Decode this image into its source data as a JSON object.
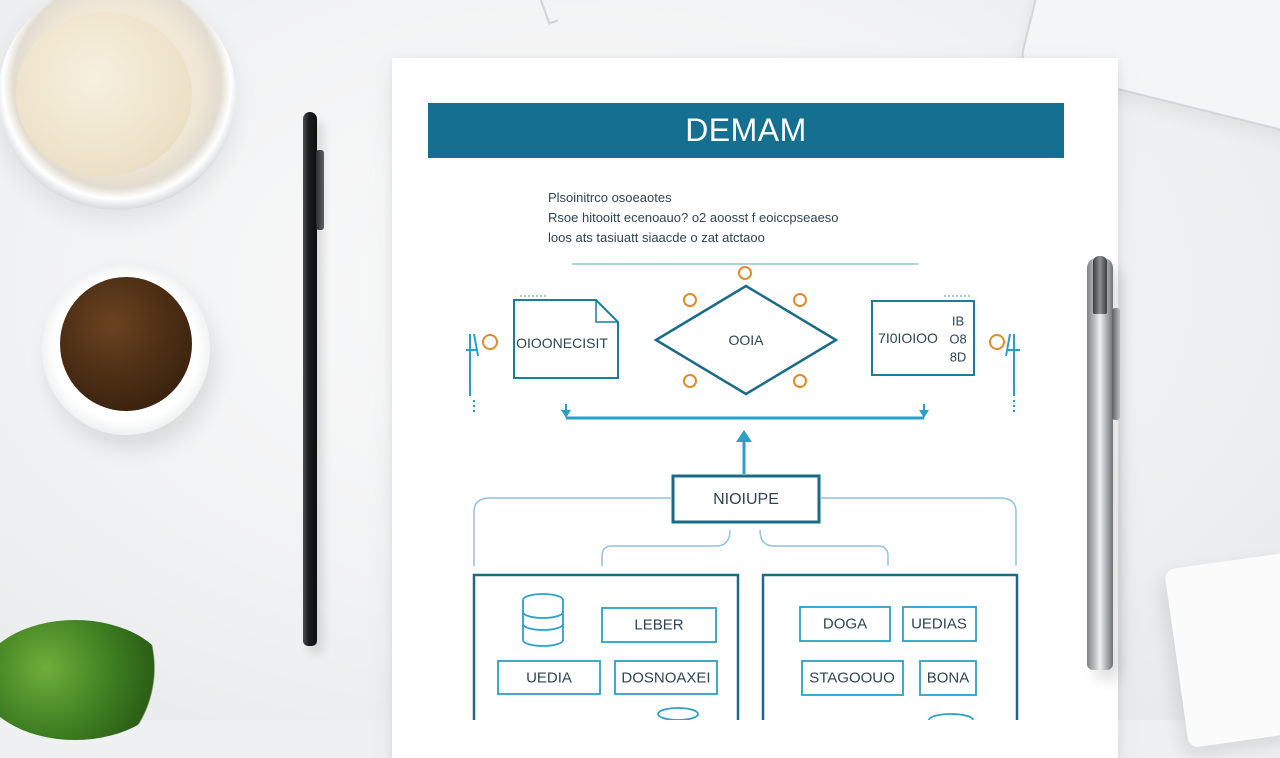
{
  "scene": {
    "objects": [
      "rice-bowl",
      "coffee-cup",
      "black-pen",
      "silver-pen",
      "laptop",
      "plant",
      "box"
    ]
  },
  "document": {
    "title": "DEMAM",
    "paragraph_lines": [
      "Plsoinitrco osoeaotes",
      "Rsoe hitooitt ecenoauo? o2 aoosst f eoiccpseaeso",
      "loos ats tasiuatt siaacde o zat atctaoo"
    ],
    "diagram": {
      "left_box": "OIOONECISIT",
      "diamond": "OOIA",
      "right_box": "7I0IOIOO",
      "right_box_side": [
        "IB",
        "O8",
        "8D"
      ],
      "middle_box": "NIOIUPE",
      "left_panel_items": [
        "LEBER",
        "UEDIA",
        "DOSNOAXEI"
      ],
      "right_panel_items": [
        "DOGA",
        "UEDIAS",
        "STAGOOUO",
        "BONA"
      ]
    },
    "colors": {
      "banner": "#146f91",
      "box_stroke": "#1a7d9c",
      "line": "#2aa0c8",
      "accent_orange": "#e08a2c"
    }
  }
}
